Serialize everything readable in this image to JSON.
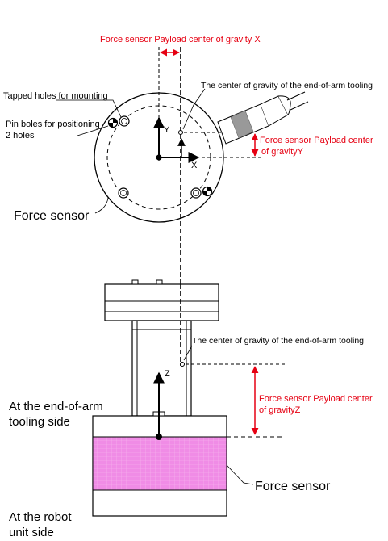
{
  "labels": {
    "payload_cog_x": "Force sensor Payload center of gravity X",
    "tapped_holes": "Tapped holes for mounting",
    "pin_holes_line1": "Pin boles for positioning",
    "pin_holes_line2": "2 holes",
    "eoat_cog_top": "The center of gravity of the end-of-arm tooling",
    "payload_cog_y_line1": "Force sensor Payload center",
    "payload_cog_y_line2": "of gravityY",
    "axis_y": "Y",
    "axis_x": "X",
    "force_sensor_top": "Force sensor",
    "eoat_cog_side": "The center of gravity of the end-of-arm tooling",
    "axis_z": "Z",
    "eoat_side_line1": "At the end-of-arm",
    "eoat_side_line2": "tooling side",
    "payload_cog_z_line1": "Force sensor Payload center",
    "payload_cog_z_line2": "of gravityZ",
    "force_sensor_side": "Force sensor",
    "robot_side_line1": "At the robot",
    "robot_side_line2": "unit side"
  },
  "colors": {
    "red": "#e60012",
    "pink_band": "#f08ce6",
    "black": "#000000"
  }
}
